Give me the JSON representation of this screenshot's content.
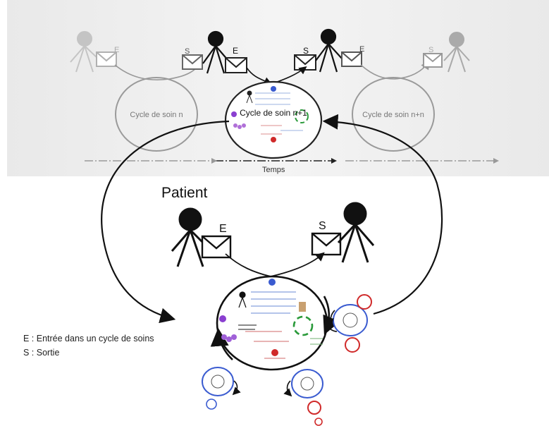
{
  "top_panel": {
    "cycle_prev": "Cycle de soin n",
    "cycle_current": "Cycle de soin n+1",
    "cycle_next": "Cycle de soin n+n",
    "time_label": "Temps",
    "entry_letter": "E",
    "exit_letter": "S"
  },
  "bottom_panel": {
    "patient_label": "Patient",
    "entry_letter": "E",
    "exit_letter": "S"
  },
  "legend": {
    "entry": "E : Entrée dans un cycle de soins",
    "exit": "S : Sortie"
  },
  "colors": {
    "top_panel_bg": "#ebebeb",
    "gray_stroke": "#8a8a8a",
    "black": "#111111",
    "blue_ring": "#3a5bd0",
    "red_ring": "#d02a2a",
    "purple": "#8a3fd0",
    "green": "#2a9a3a"
  }
}
